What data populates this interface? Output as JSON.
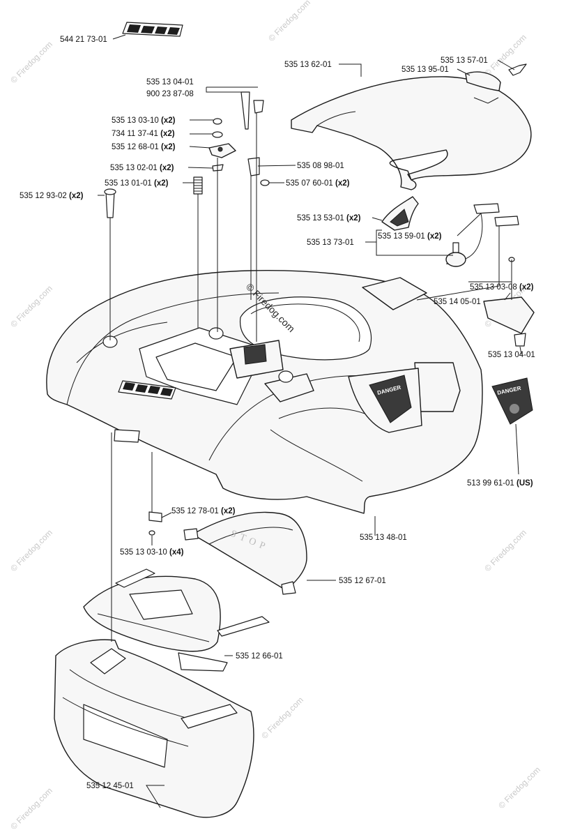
{
  "watermark": {
    "text": "© Firedog.com",
    "brand": "Firedog.com"
  },
  "decals": {
    "danger_text": "DANGER",
    "stop_text": "STOP"
  },
  "callouts": [
    {
      "id": "c01",
      "part": "544 21 73-01",
      "qty": ""
    },
    {
      "id": "c02",
      "part": "535 13 04-01",
      "qty": ""
    },
    {
      "id": "c03",
      "part": "900 23 87-08",
      "qty": ""
    },
    {
      "id": "c04",
      "part": "535 13 62-01",
      "qty": ""
    },
    {
      "id": "c05",
      "part": "535 13 57-01",
      "qty": ""
    },
    {
      "id": "c06",
      "part": "535 13 95-01",
      "qty": ""
    },
    {
      "id": "c07",
      "part": "535 13 03-10",
      "qty": "(x2)"
    },
    {
      "id": "c08",
      "part": "734 11 37-41",
      "qty": "(x2)"
    },
    {
      "id": "c09",
      "part": "535 12 68-01",
      "qty": "(x2)"
    },
    {
      "id": "c10",
      "part": "535 13 02-01",
      "qty": "(x2)"
    },
    {
      "id": "c11",
      "part": "535 08 98-01",
      "qty": ""
    },
    {
      "id": "c12",
      "part": "535 13 01-01",
      "qty": "(x2)"
    },
    {
      "id": "c13",
      "part": "535 07 60-01",
      "qty": "(x2)"
    },
    {
      "id": "c14",
      "part": "535 12 93-02",
      "qty": "(x2)"
    },
    {
      "id": "c15",
      "part": "535 13 53-01",
      "qty": "(x2)"
    },
    {
      "id": "c16",
      "part": "535 13 73-01",
      "qty": ""
    },
    {
      "id": "c17",
      "part": "535 13 59-01",
      "qty": "(x2)"
    },
    {
      "id": "c18",
      "part": "535 13 03-08",
      "qty": "(x2)"
    },
    {
      "id": "c19",
      "part": "535 14 05-01",
      "qty": ""
    },
    {
      "id": "c20",
      "part": "535 13 04-01",
      "qty": ""
    },
    {
      "id": "c21",
      "part": "513 99 61-01",
      "qty": "(US)"
    },
    {
      "id": "c22",
      "part": "535 12 78-01",
      "qty": "(x2)"
    },
    {
      "id": "c23",
      "part": "535 13 48-01",
      "qty": ""
    },
    {
      "id": "c24",
      "part": "535 13 03-10",
      "qty": "(x4)"
    },
    {
      "id": "c25",
      "part": "535 12 67-01",
      "qty": ""
    },
    {
      "id": "c26",
      "part": "535 12 66-01",
      "qty": ""
    },
    {
      "id": "c27",
      "part": "535 12 45-01",
      "qty": ""
    }
  ]
}
